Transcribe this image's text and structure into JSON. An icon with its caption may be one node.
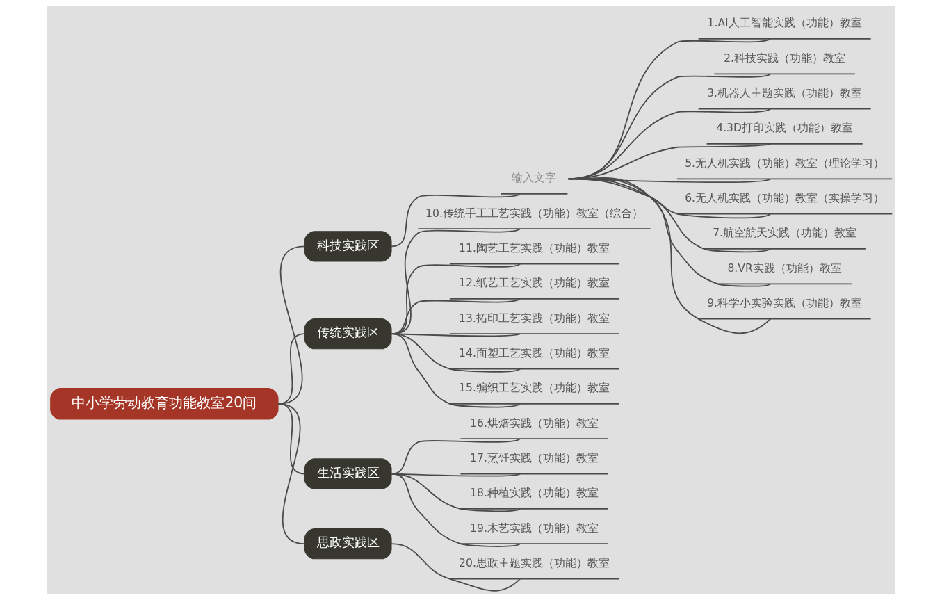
{
  "diagram": {
    "nodes": [
      {
        "text": [
          "中小学劳动教育功能教室20间"
        ]
      },
      {
        "text": [
          "科技实践区"
        ]
      },
      {
        "text": [
          "输入文字"
        ]
      },
      {
        "text": [
          "1.AI人工智能实践（功能）教室"
        ]
      },
      {
        "text": [
          "2.科技实践（功能）教室"
        ]
      },
      {
        "text": [
          "3.机器人主题实践（功能）教室"
        ]
      },
      {
        "text": [
          "4.3D打印实践（功能）教室"
        ]
      },
      {
        "text": [
          "5.无人机实践（功能）教室（理论学习）"
        ]
      },
      {
        "text": [
          "6.无人机实践（功能）教室（实操学习）"
        ]
      },
      {
        "text": [
          "7.航空航天实践（功能）教室"
        ]
      },
      {
        "text": [
          "8.VR实践（功能）教室"
        ]
      },
      {
        "text": [
          "9.科学小实验实践（功能）教室"
        ]
      },
      {
        "text": [
          "传统实践区"
        ]
      },
      {
        "text": [
          "10.传统手工工艺实践（功能）教室（综合）"
        ]
      },
      {
        "text": [
          "11.陶艺工艺实践（功能）教室"
        ]
      },
      {
        "text": [
          "12.纸艺工艺实践（功能）教室"
        ]
      },
      {
        "text": [
          "13.拓印工艺实践（功能）教室"
        ]
      },
      {
        "text": [
          "14.面塑工艺实践（功能）教室"
        ]
      },
      {
        "text": [
          "15.编织工艺实践（功能）教室"
        ]
      },
      {
        "text": [
          "生活实践区"
        ]
      },
      {
        "text": [
          "16.烘焙实践（功能）教室"
        ]
      },
      {
        "text": [
          "17.烹饪实践（功能）教室"
        ]
      },
      {
        "text": [
          "18.种植实践（功能）教室"
        ]
      },
      {
        "text": [
          "19.木艺实践（功能）教室"
        ]
      },
      {
        "text": [
          "思政实践区"
        ]
      },
      {
        "text": [
          "20.思政主题实践（功能）教室"
        ]
      }
    ],
    "edges": [
      {
        "from": 0,
        "to": 1,
        "arrow": "none"
      },
      {
        "from": 0,
        "to": 12,
        "arrow": "none"
      },
      {
        "from": 0,
        "to": 19,
        "arrow": "none"
      },
      {
        "from": 0,
        "to": 24,
        "arrow": "none"
      },
      {
        "from": 1,
        "to": 2,
        "arrow": "none"
      },
      {
        "from": 2,
        "to": 3,
        "arrow": "none"
      },
      {
        "from": 2,
        "to": 4,
        "arrow": "none"
      },
      {
        "from": 2,
        "to": 5,
        "arrow": "none"
      },
      {
        "from": 2,
        "to": 6,
        "arrow": "none"
      },
      {
        "from": 2,
        "to": 7,
        "arrow": "none"
      },
      {
        "from": 2,
        "to": 8,
        "arrow": "none"
      },
      {
        "from": 2,
        "to": 9,
        "arrow": "none"
      },
      {
        "from": 2,
        "to": 10,
        "arrow": "none"
      },
      {
        "from": 2,
        "to": 11,
        "arrow": "none"
      },
      {
        "from": 12,
        "to": 13,
        "arrow": "none"
      },
      {
        "from": 12,
        "to": 14,
        "arrow": "none"
      },
      {
        "from": 12,
        "to": 15,
        "arrow": "none"
      },
      {
        "from": 12,
        "to": 16,
        "arrow": "none"
      },
      {
        "from": 12,
        "to": 17,
        "arrow": "none"
      },
      {
        "from": 12,
        "to": 18,
        "arrow": "none"
      },
      {
        "from": 19,
        "to": 20,
        "arrow": "none"
      },
      {
        "from": 19,
        "to": 21,
        "arrow": "none"
      },
      {
        "from": 19,
        "to": 22,
        "arrow": "none"
      },
      {
        "from": 19,
        "to": 23,
        "arrow": "none"
      },
      {
        "from": 24,
        "to": 25,
        "arrow": "none"
      }
    ]
  }
}
